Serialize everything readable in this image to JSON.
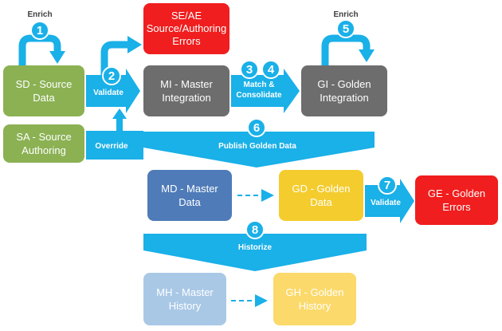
{
  "colors": {
    "arrow": "#1ab0e8",
    "green": "#8bb153",
    "gray": "#6d6d6d",
    "red": "#f01e1e",
    "blue": "#4f7bb8",
    "yellow": "#f4cc2e",
    "light_blue": "#a9c8e6",
    "light_yellow": "#fbd96b",
    "dashed": "#1ab0e8",
    "text_dark": "#3d3d3d"
  },
  "labels": {
    "enrich_1": "Enrich",
    "enrich_5": "Enrich",
    "validate": "Validate",
    "override": "Override",
    "match_line1": "Match &",
    "match_line2": "Consolidate",
    "publish": "Publish Golden Data",
    "validate_7": "Validate",
    "historize": "Historize"
  },
  "badges": {
    "b1": "1",
    "b2": "2",
    "b3": "3",
    "b4": "4",
    "b5": "5",
    "b6": "6",
    "b7": "7",
    "b8": "8"
  },
  "boxes": {
    "sd": [
      "SD - Source",
      "Data"
    ],
    "sa": [
      "SA - Source",
      "Authoring"
    ],
    "se": [
      "SE/AE",
      "Source/Authoring",
      "Errors"
    ],
    "mi": [
      "MI - Master",
      "Integration"
    ],
    "gi": [
      "GI - Golden",
      "Integration"
    ],
    "md": [
      "MD - Master",
      "Data"
    ],
    "gd": [
      "GD - Golden",
      "Data"
    ],
    "ge": [
      "GE - Golden",
      "Errors"
    ],
    "mh": [
      "MH - Master",
      "History"
    ],
    "gh": [
      "GH - Golden",
      "History"
    ]
  }
}
